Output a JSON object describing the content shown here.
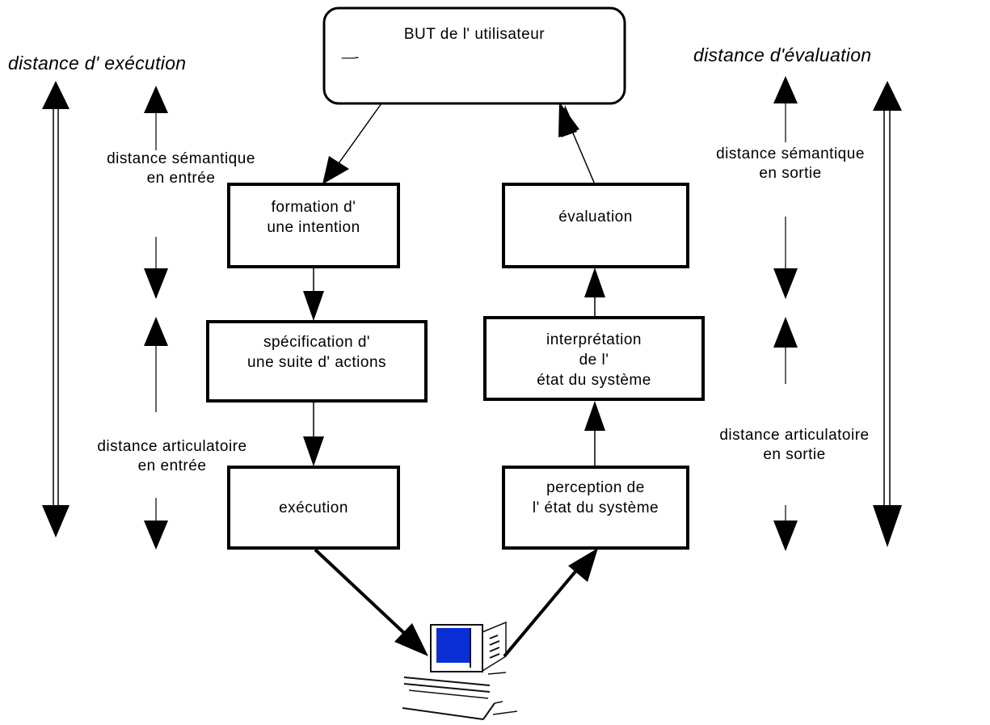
{
  "headers": {
    "execution_distance": "distance d' exécution",
    "evaluation_distance": "distance d'évaluation"
  },
  "goal": {
    "line1": "BUT de l' utilisateur",
    "dash": "—-"
  },
  "execution_steps": {
    "formation": [
      "formation d'",
      "une intention"
    ],
    "specification": [
      "spécification d'",
      "une suite d' actions"
    ],
    "execution": [
      "exécution"
    ]
  },
  "evaluation_steps": {
    "evaluation": [
      "évaluation"
    ],
    "interpretation": [
      "interprétation",
      "de l'",
      "état du système"
    ],
    "perception": [
      "perception de",
      "l' état du système"
    ]
  },
  "left_labels": {
    "semantic": [
      "distance sémantique",
      "en entrée"
    ],
    "articulatory": [
      "distance articulatoire",
      "en entrée"
    ]
  },
  "right_labels": {
    "semantic": [
      "distance sémantique",
      "en sortie"
    ],
    "articulatory": [
      "distance articulatoire",
      "en sortie"
    ]
  },
  "colors": {
    "ink": "#000000",
    "screen": "#0a2ed6",
    "screen_frame": "#111111"
  },
  "icons": {
    "computer": "computer-icon"
  }
}
